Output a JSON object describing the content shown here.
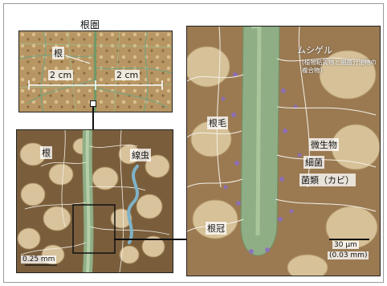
{
  "title": "根圏",
  "panel_a": {
    "root_label": "根",
    "scale_left": "2 cm",
    "scale_right": "2 cm"
  },
  "panel_b": {
    "root_label": "根",
    "nematode_label": "線虫",
    "scale": "0.25 mm"
  },
  "panel_c": {
    "mucigel": "ムシゲル",
    "mucigel_note_1": "(植物粘質物と細菌分泌物の",
    "mucigel_note_2": "複合物)",
    "root_hair": "根毛",
    "microbes": "微生物",
    "bacteria": "細菌",
    "fungi": "菌類（カビ）",
    "root_cap": "根冠",
    "scale_1": "30 μm",
    "scale_2": "(0.03 mm)"
  },
  "colors": {
    "soil": "#c9a877",
    "root": "#8fae86",
    "mucigel_purple": "#8a6bc4",
    "frame": "#222222"
  }
}
